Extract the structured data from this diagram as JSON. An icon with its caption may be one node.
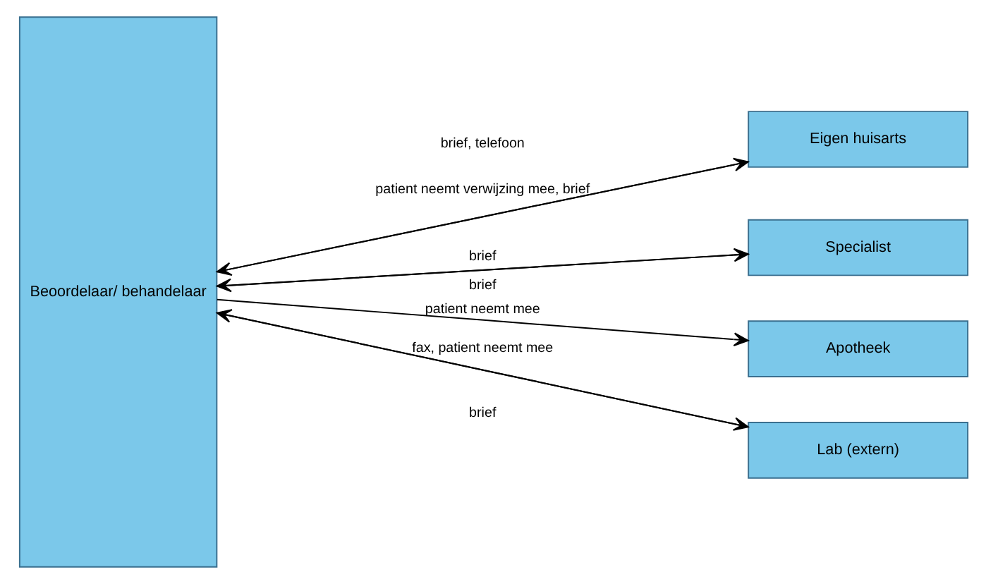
{
  "diagram": {
    "nodes": [
      {
        "text": [
          "Beoordelaar/ behandelaar"
        ]
      },
      {
        "text": [
          "Eigen huisarts"
        ]
      },
      {
        "text": [
          "Specialist"
        ]
      },
      {
        "text": [
          "Apotheek"
        ]
      },
      {
        "text": [
          "Lab (extern)"
        ]
      }
    ],
    "edges": [
      {
        "from": 0,
        "to": 1,
        "arrow": "to",
        "label": "brief, telefoon"
      },
      {
        "from": 1,
        "to": 0,
        "arrow": "to",
        "label": "patient neemt verwijzing mee, brief"
      },
      {
        "from": 0,
        "to": 2,
        "arrow": "to",
        "label": "brief"
      },
      {
        "from": 2,
        "to": 0,
        "arrow": "to",
        "label": "brief"
      },
      {
        "from": 0,
        "to": 3,
        "arrow": "to",
        "label": "patient neemt mee"
      },
      {
        "from": 0,
        "to": 4,
        "arrow": "to",
        "label": "fax, patient neemt mee"
      },
      {
        "from": 4,
        "to": 0,
        "arrow": "to",
        "label": "brief"
      }
    ]
  }
}
